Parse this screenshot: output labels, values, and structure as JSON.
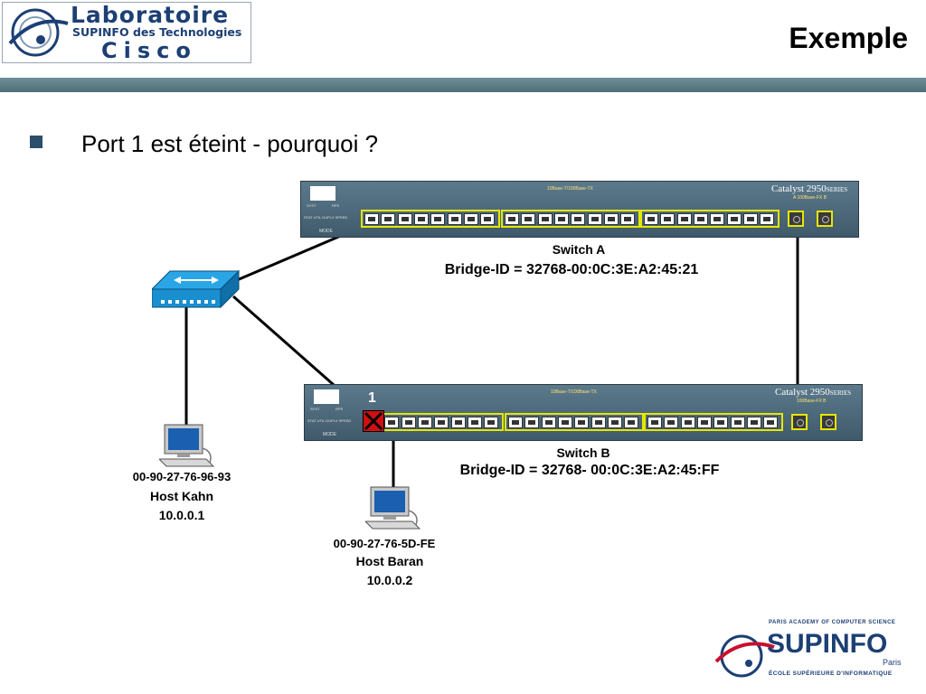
{
  "header": {
    "logo_line1": "Laboratoire",
    "logo_line2": "SUPINFO des Technologies",
    "logo_line3": "Cisco",
    "title": "Exemple"
  },
  "bullet": {
    "text": "Port 1 est éteint - pourquoi ?"
  },
  "switch_a": {
    "model": "Catalyst 2950",
    "series": "SERIES",
    "ports_label": "10Base-T/100Base-TX",
    "uplink_label": "A 100Base-FX B",
    "name": "Switch A",
    "bridge_id": "Bridge-ID = 32768-00:0C:3E:A2:45:21"
  },
  "switch_b": {
    "model": "Catalyst 2950",
    "series": "SERIES",
    "ports_label": "10Base-T/100Base-TX",
    "uplink_label": "100Base-FX B",
    "name": "Switch B",
    "bridge_id": "Bridge-ID = 32768- 00:0C:3E:A2:45:FF",
    "port1_label": "1"
  },
  "switch_panel": {
    "mode_label": "MODE",
    "status_labels": "STAT UTIL DUPLX SPEED",
    "sys_label": "SYST",
    "rps_label": "RPS"
  },
  "host_kahn": {
    "mac": "00-90-27-76-96-93",
    "name": "Host Kahn",
    "ip": "10.0.0.1"
  },
  "host_baran": {
    "mac": "00-90-27-76-5D-FE",
    "name": "Host Baran",
    "ip": "10.0.0.2"
  },
  "footer_logo": {
    "academy": "PARIS ACADEMY OF COMPUTER SCIENCE",
    "brand": "SUPINFO",
    "city": "Paris",
    "school": "ÉCOLE SUPÉRIEURE D'INFORMATIQUE"
  },
  "colors": {
    "header_band": "#5a7a84",
    "switch_body": "#4f6b7c",
    "port_highlight": "#e6e600",
    "hub_blue": "#1a8fd0",
    "blocked_port": "#d01010",
    "logo_blue": "#1c3f74",
    "supinfo_red": "#c8102e"
  }
}
